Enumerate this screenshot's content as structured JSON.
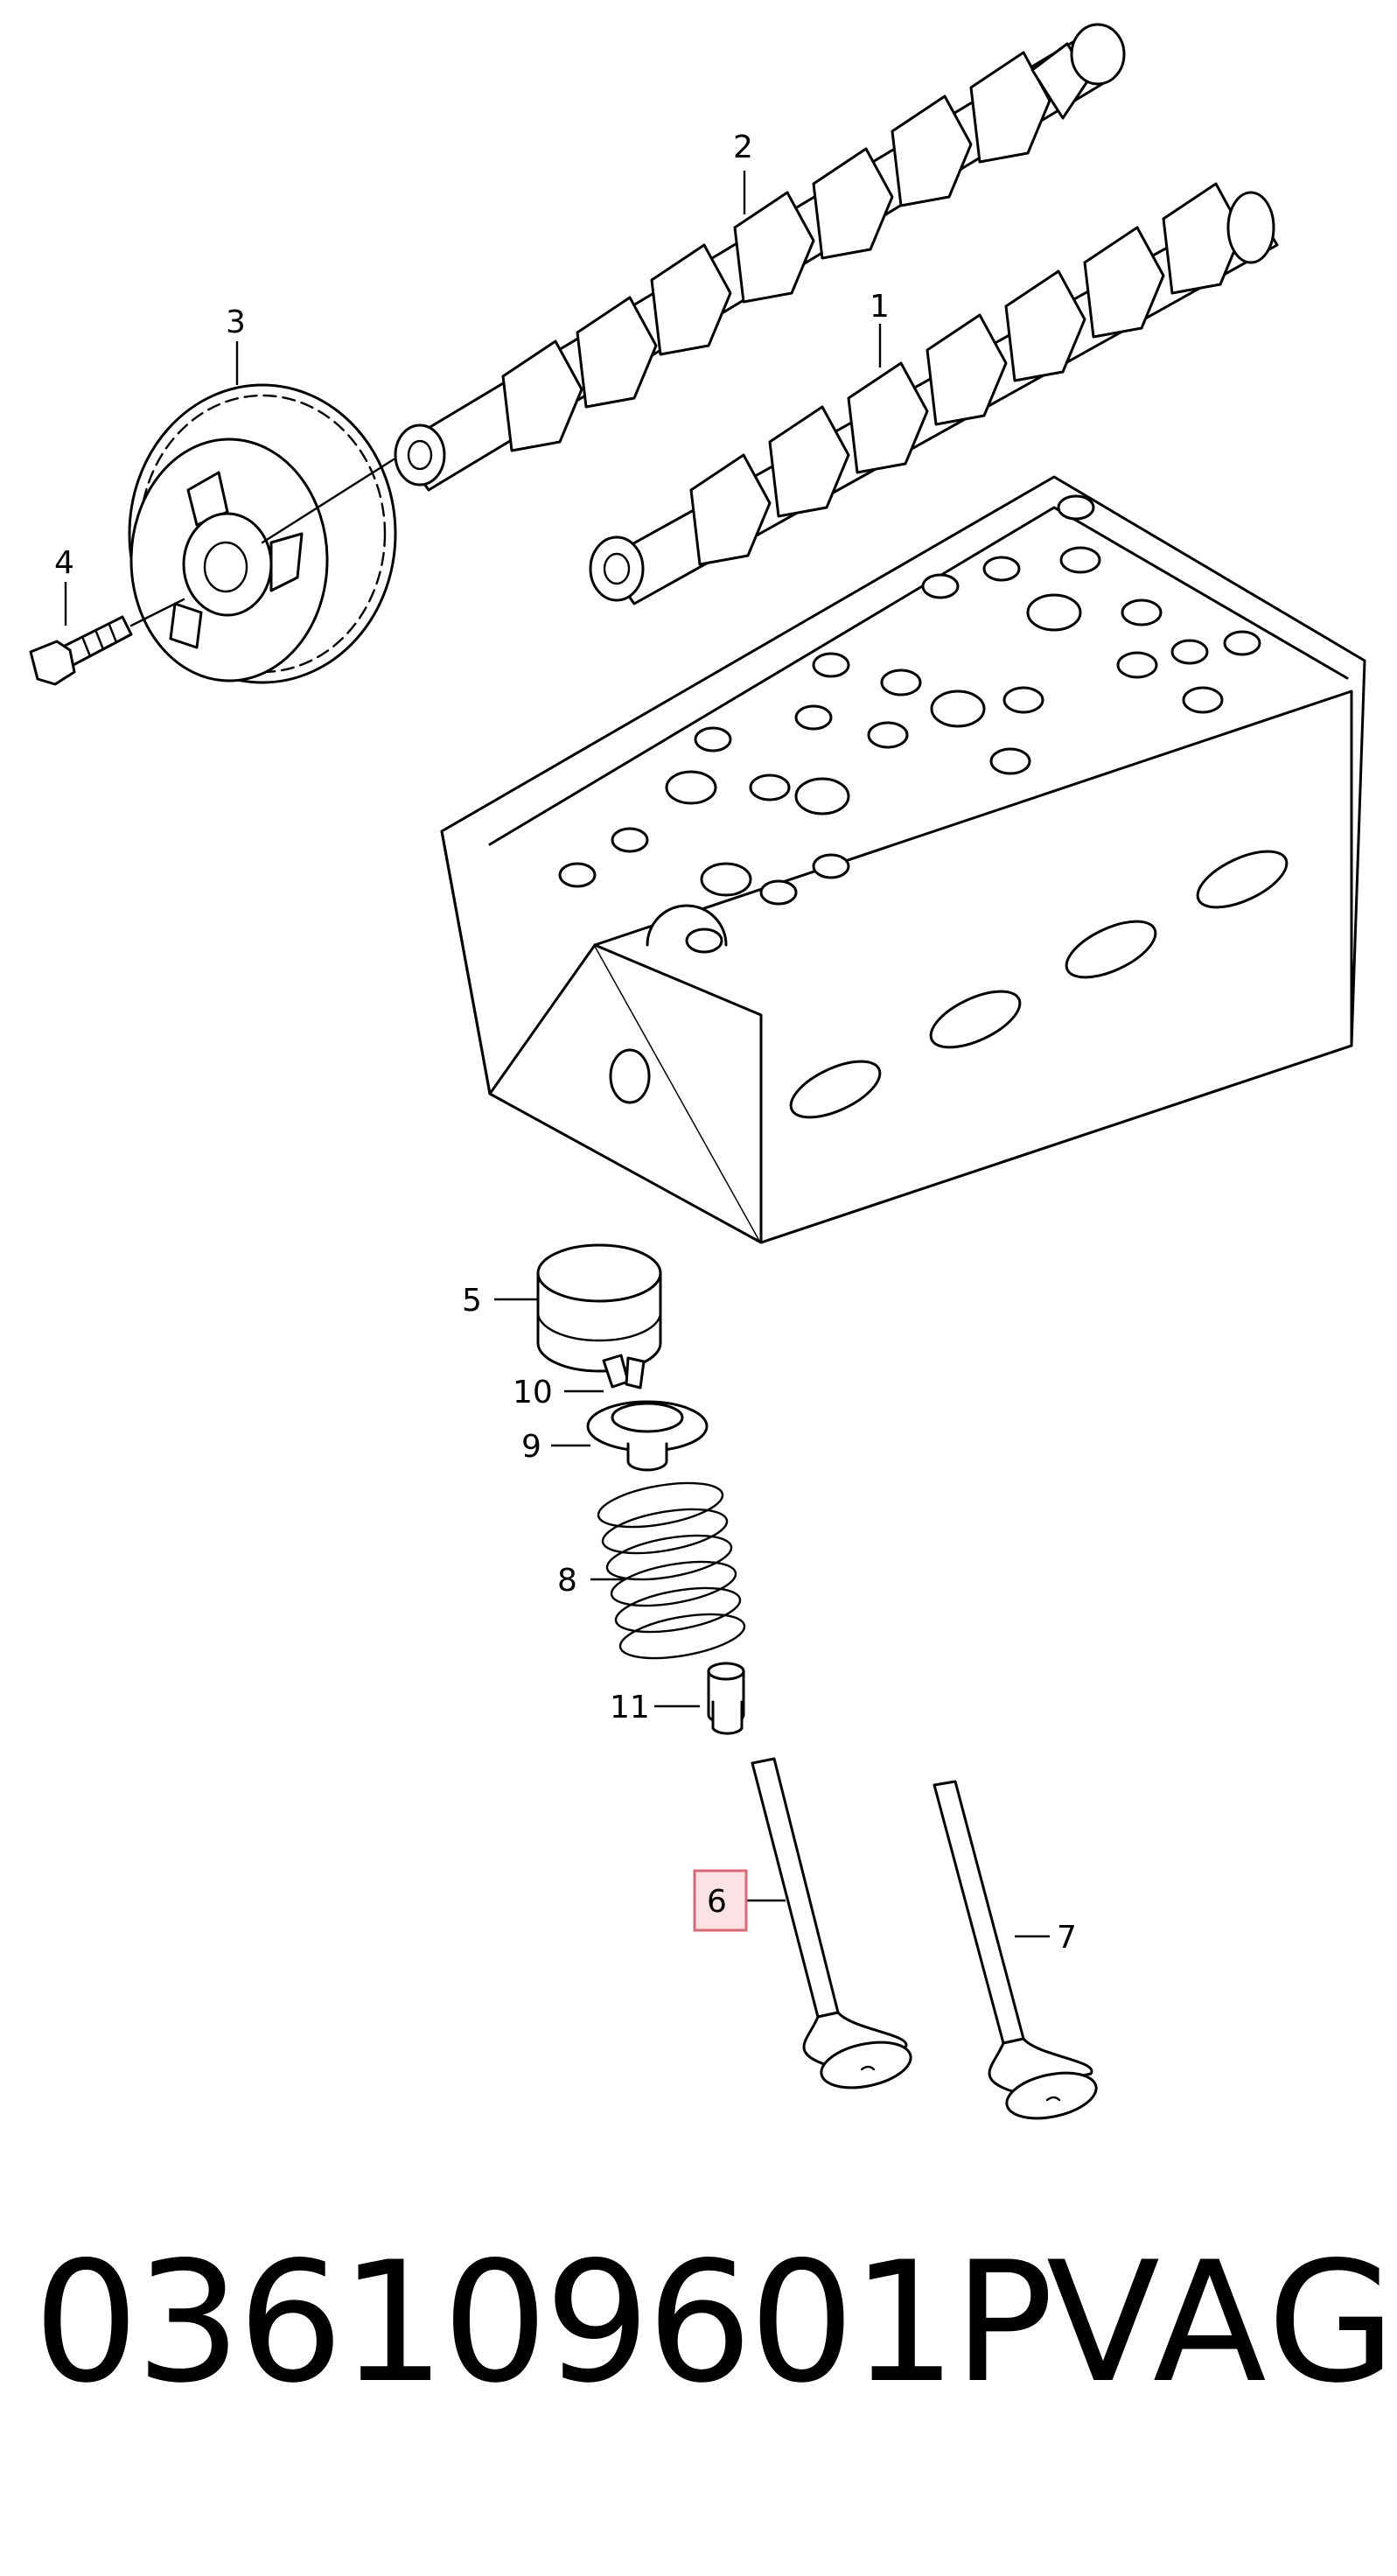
{
  "callouts": {
    "c1": "1",
    "c2": "2",
    "c3": "3",
    "c4": "4",
    "c5": "5",
    "c6": "6",
    "c7": "7",
    "c8": "8",
    "c9": "9",
    "c10": "10",
    "c11": "11"
  },
  "highlighted_callout": "6",
  "footer": {
    "part_number": "036109601P",
    "brand": "VAG"
  },
  "colors": {
    "highlight_fill": "#fbe3e5",
    "highlight_border": "#e0666f",
    "ink": "#000000"
  }
}
